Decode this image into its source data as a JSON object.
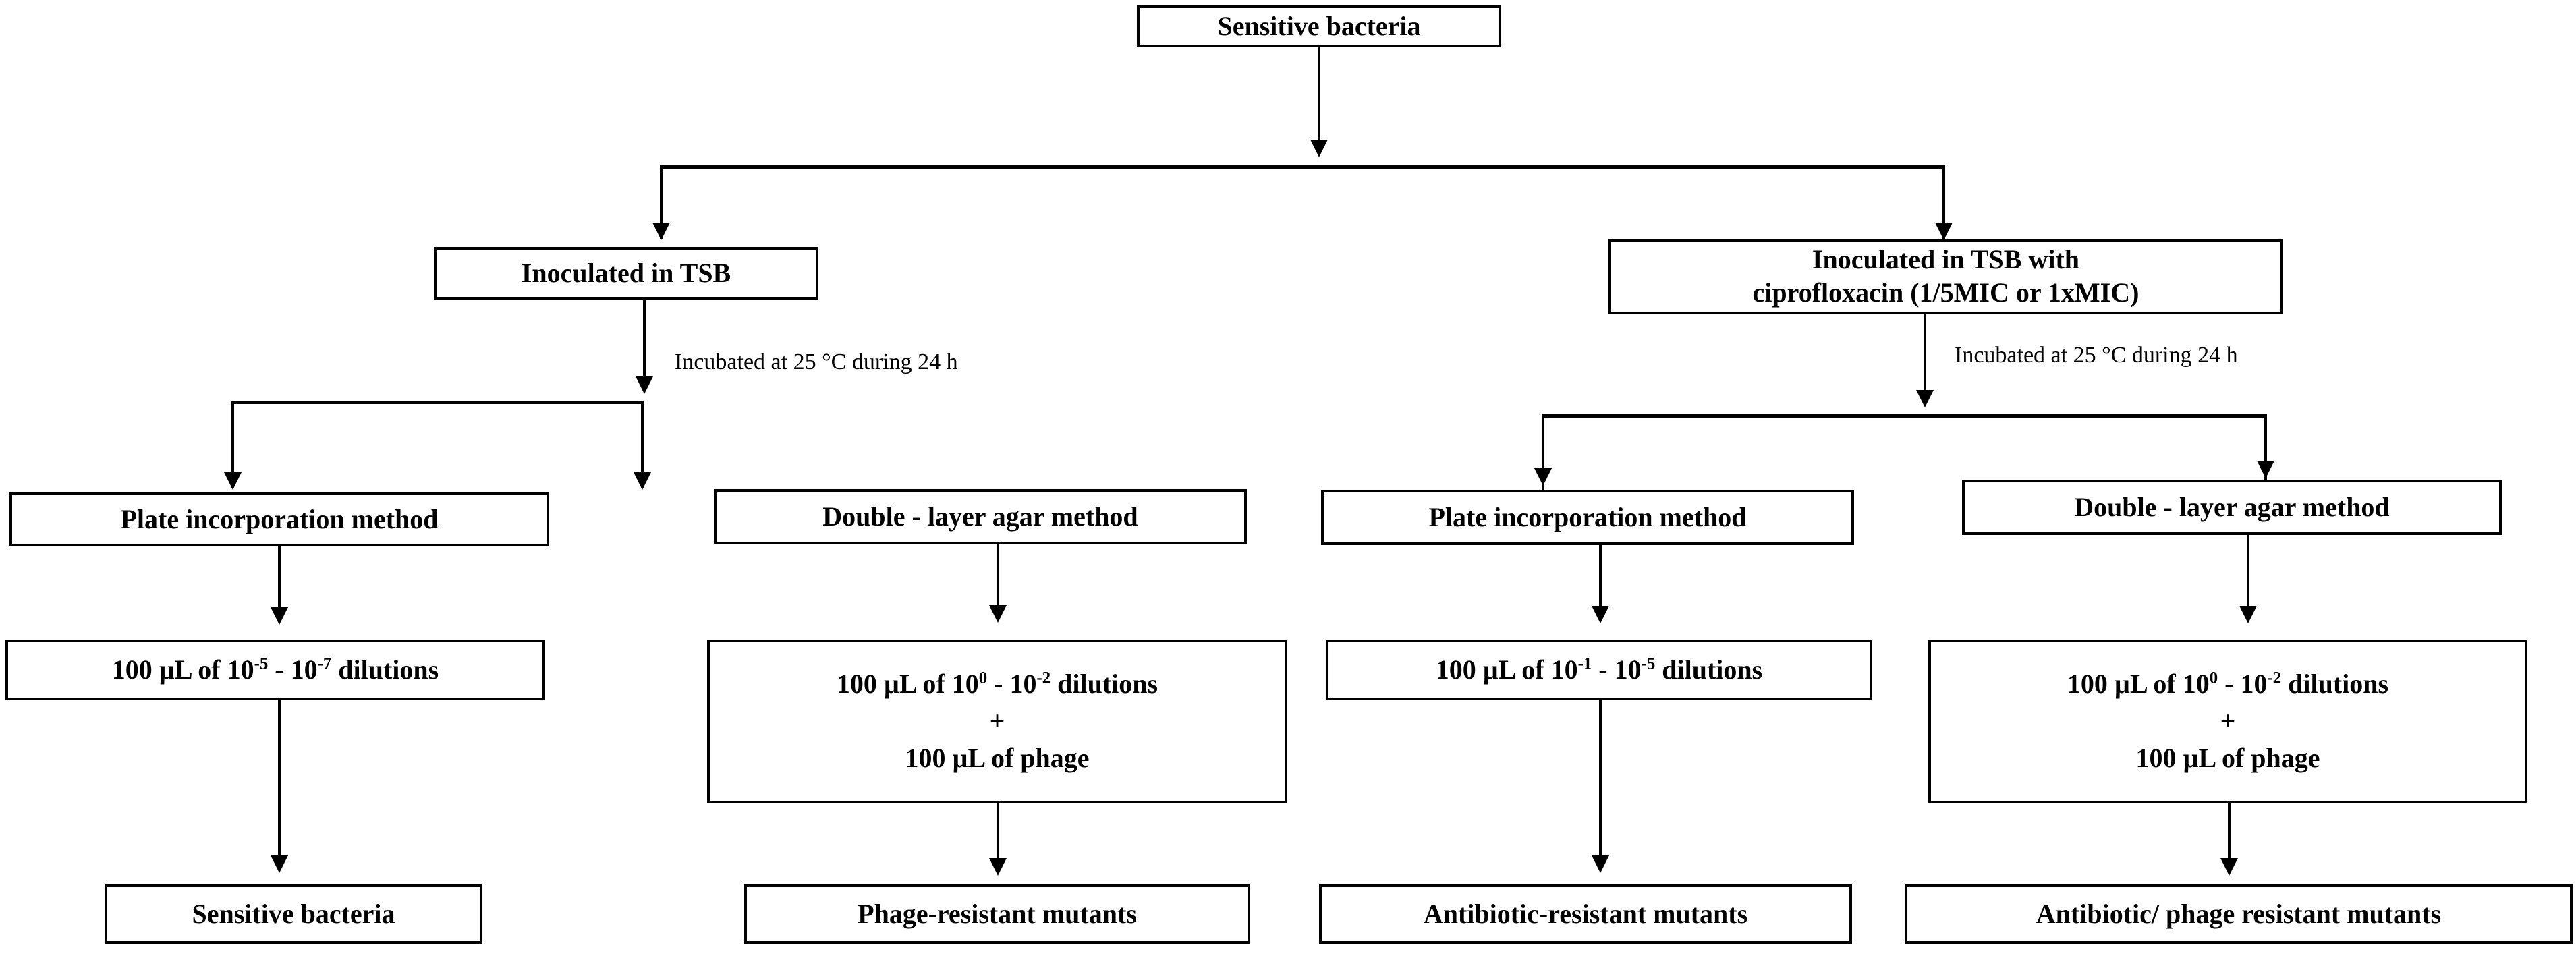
{
  "diagram": {
    "title_node": {
      "label": "Sensitive bacteria"
    },
    "branches": {
      "left": {
        "culture": {
          "label": "Inoculated in TSB"
        },
        "incubation_note": "Incubated at 25 °C  during 24  h",
        "methods": [
          {
            "label": "Plate incorporation method"
          },
          {
            "label": "Double - layer agar method"
          }
        ],
        "volumes": [
          {
            "prefix": "100 µL of 10",
            "exp1": "-5",
            "mid": " - 10",
            "exp2": "-7",
            "suffix": " dilutions",
            "plus": null,
            "second_line": null
          },
          {
            "prefix": "100 µL of 10",
            "exp1": "0",
            "mid": " - 10",
            "exp2": "-2",
            "suffix": " dilutions",
            "plus": "+",
            "second_line": "100 µL of phage"
          }
        ],
        "outcomes": [
          {
            "label": "Sensitive bacteria"
          },
          {
            "label": "Phage-resistant mutants"
          }
        ]
      },
      "right": {
        "culture": {
          "line1": "Inoculated in TSB with",
          "line2": "ciprofloxacin (1/5MIC or 1xMIC)"
        },
        "incubation_note": "Incubated at 25 °C  during 24  h",
        "methods": [
          {
            "label": "Plate incorporation method"
          },
          {
            "label": "Double - layer agar method"
          }
        ],
        "volumes": [
          {
            "prefix": "100 µL of 10",
            "exp1": "-1",
            "mid": " - 10",
            "exp2": "-5",
            "suffix": " dilutions",
            "plus": null,
            "second_line": null
          },
          {
            "prefix": "100 µL of 10",
            "exp1": "0",
            "mid": " - 10",
            "exp2": "-2",
            "suffix": " dilutions",
            "plus": "+",
            "second_line": "100 µL of phage"
          }
        ],
        "outcomes": [
          {
            "label": "Antibiotic-resistant mutants"
          },
          {
            "label": "Antibiotic/ phage resistant mutants"
          }
        ]
      }
    },
    "colors": {
      "stroke": "#000000",
      "background": "#ffffff",
      "text": "#000000"
    }
  }
}
